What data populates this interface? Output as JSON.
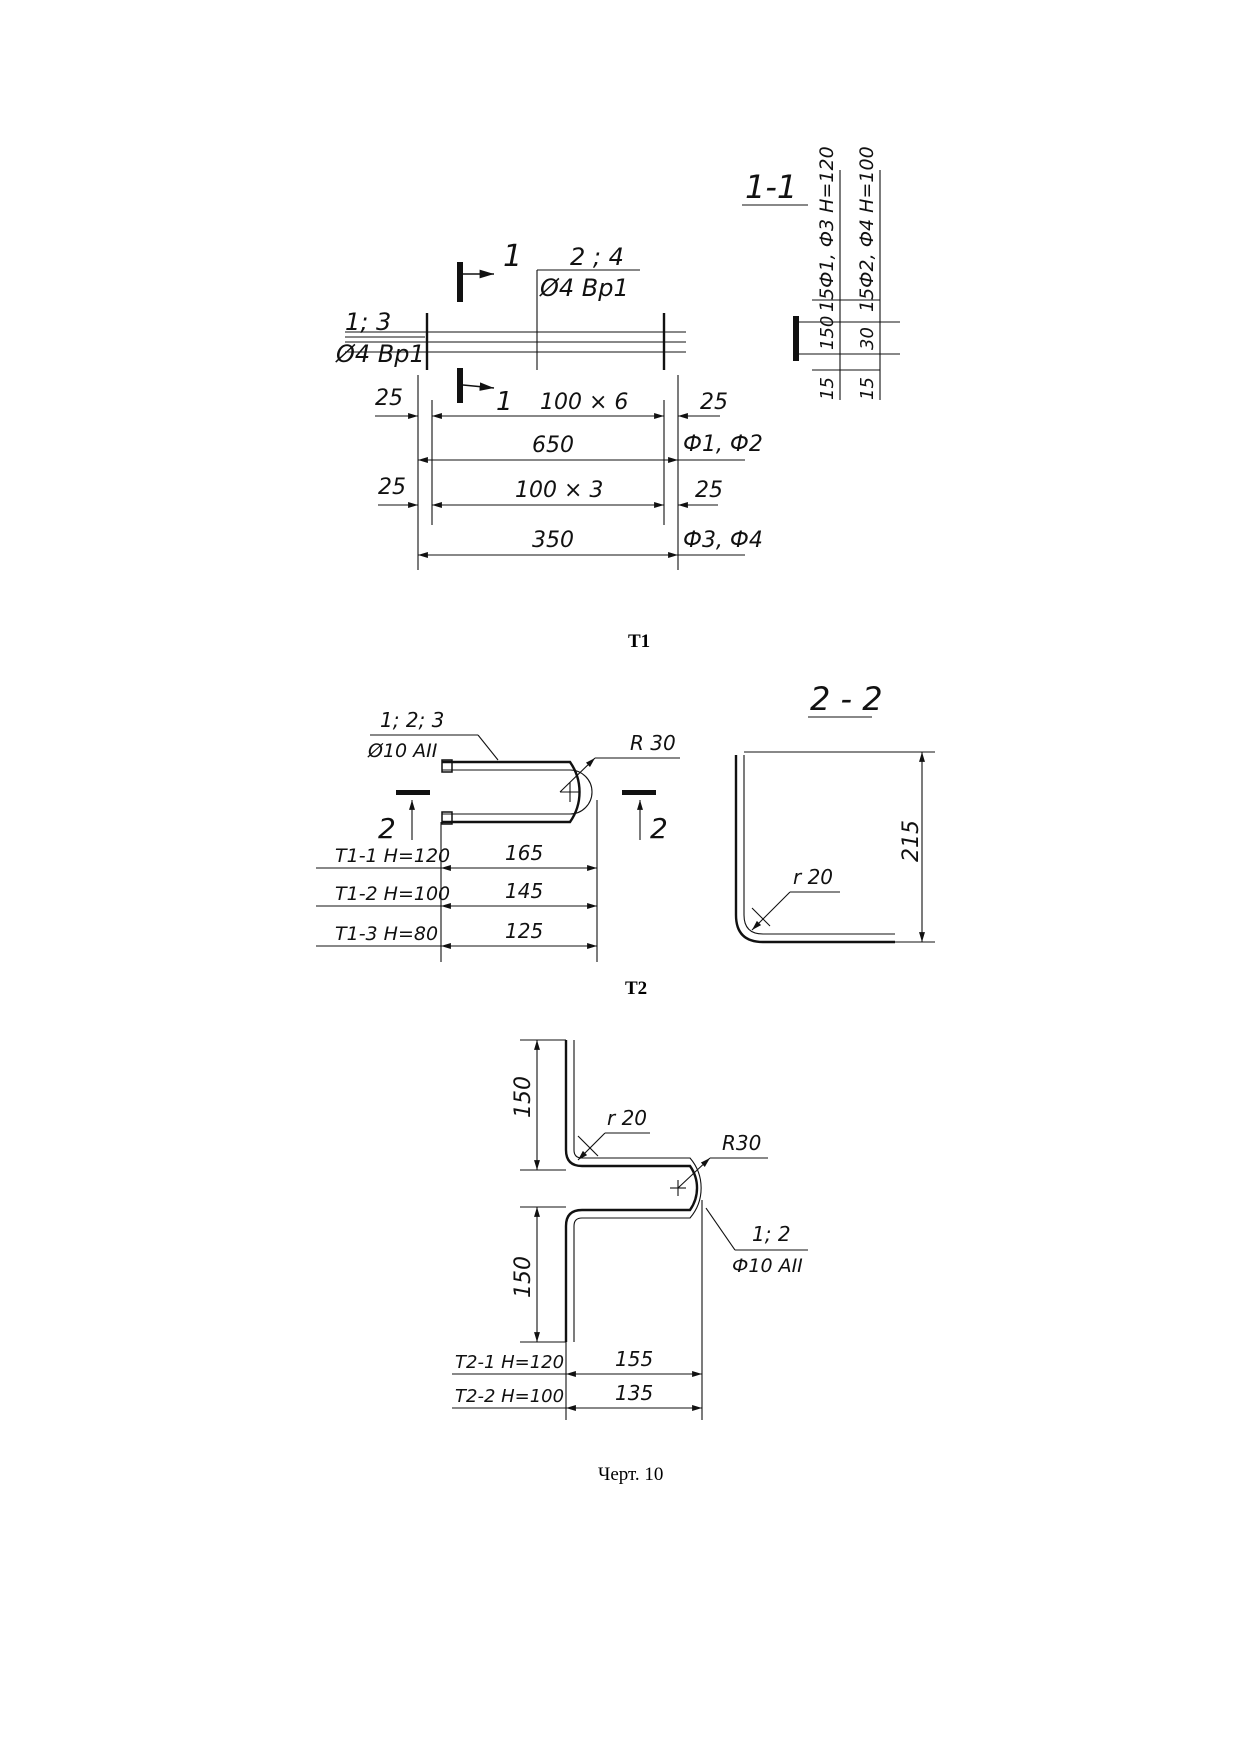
{
  "t1": {
    "section_label": "1-1",
    "cut_mark": "1",
    "cut_mark_lower": "1",
    "pos_top": "2 ; 4",
    "bar_top": "Ø4 Вр1",
    "pos_left": "1; 3",
    "bar_left": "Ø4 Вр1",
    "dim_25_a": "25",
    "dim_spacing_a": "100 × 6",
    "dim_25_b": "25",
    "dim_650": "650",
    "label_f1f2": "Ф1, Ф2",
    "dim_25_c": "25",
    "dim_spacing_b": "100 × 3",
    "dim_25_d": "25",
    "dim_350": "350",
    "label_f3f4": "Ф3, Ф4",
    "sec_note_1": "15Ф1, Ф3 H=120",
    "sec_note_2": "15Ф2, Ф4 H=100",
    "sec_150": "150",
    "sec_30": "30",
    "sec_15a": "15",
    "sec_15b": "15",
    "caption": "Т1"
  },
  "t2": {
    "pos": "1; 2; 3",
    "bar": "Ø10 АII",
    "radius_label": "R 30",
    "cut_left": "2",
    "cut_right": "2",
    "rows": [
      {
        "label": "Т1-1  H=120",
        "value": "165"
      },
      {
        "label": "Т1-2  H=100",
        "value": "145"
      },
      {
        "label": "Т1-3  H=80",
        "value": "125"
      }
    ],
    "section_label": "2 - 2",
    "dim_215": "215",
    "radius_small": "r 20",
    "caption": "Т2"
  },
  "t3": {
    "dim_top": "150",
    "dim_bottom": "150",
    "radius_small": "r 20",
    "radius_big": "R30",
    "pos": "1; 2",
    "bar": "Ф10 АII",
    "rows": [
      {
        "label": "Т2-1  H=120",
        "value": "155"
      },
      {
        "label": "Т2-2  H=100",
        "value": "135"
      }
    ],
    "caption": "Черт. 10"
  }
}
